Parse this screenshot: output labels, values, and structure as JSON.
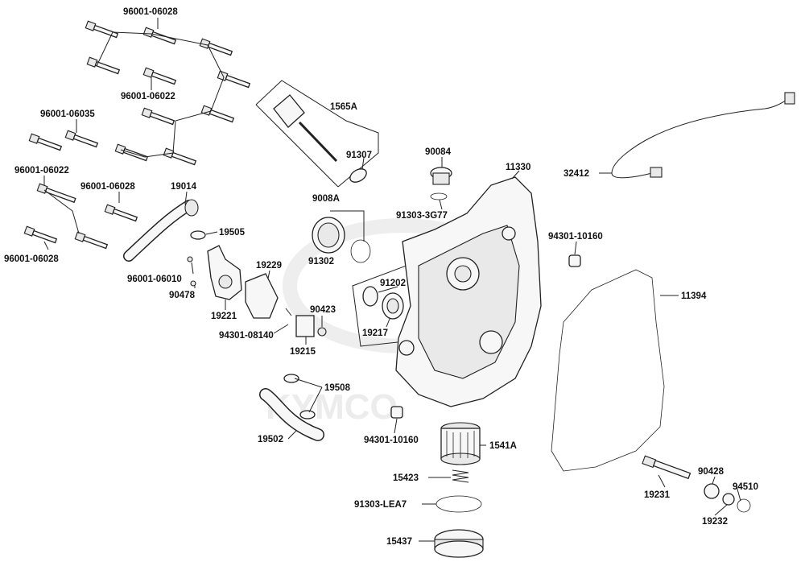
{
  "watermark": {
    "brand": "KYMCO"
  },
  "callouts": {
    "p96001_06028_top": "96001-06028",
    "p96001_06022_mid": "96001-06022",
    "p96001_06035": "96001-06035",
    "p96001_06022_left": "96001-06022",
    "p96001_06028_mid": "96001-06028",
    "p96001_06028_bottom": "96001-06028",
    "p19014": "19014",
    "p19505": "19505",
    "p96001_06010": "96001-06010",
    "p90478": "90478",
    "p19221": "19221",
    "p19229": "19229",
    "p94301_08140": "94301-08140",
    "p90423": "90423",
    "p19215": "19215",
    "p1565A": "1565A",
    "p91307": "91307",
    "p9008A": "9008A",
    "p91302": "91302",
    "p91202": "91202",
    "p19217": "19217",
    "p90084": "90084",
    "p91303_3G77": "91303-3G77",
    "p11330": "11330",
    "p32412": "32412",
    "p94301_10160_right": "94301-10160",
    "p11394": "11394",
    "p19508": "19508",
    "p19502": "19502",
    "p94301_10160_bottom": "94301-10160",
    "p1541A": "1541A",
    "p15423": "15423",
    "p91303_LEA7": "91303-LEA7",
    "p15437": "15437",
    "p90428": "90428",
    "p94510": "94510",
    "p19231": "19231",
    "p19232": "19232"
  }
}
